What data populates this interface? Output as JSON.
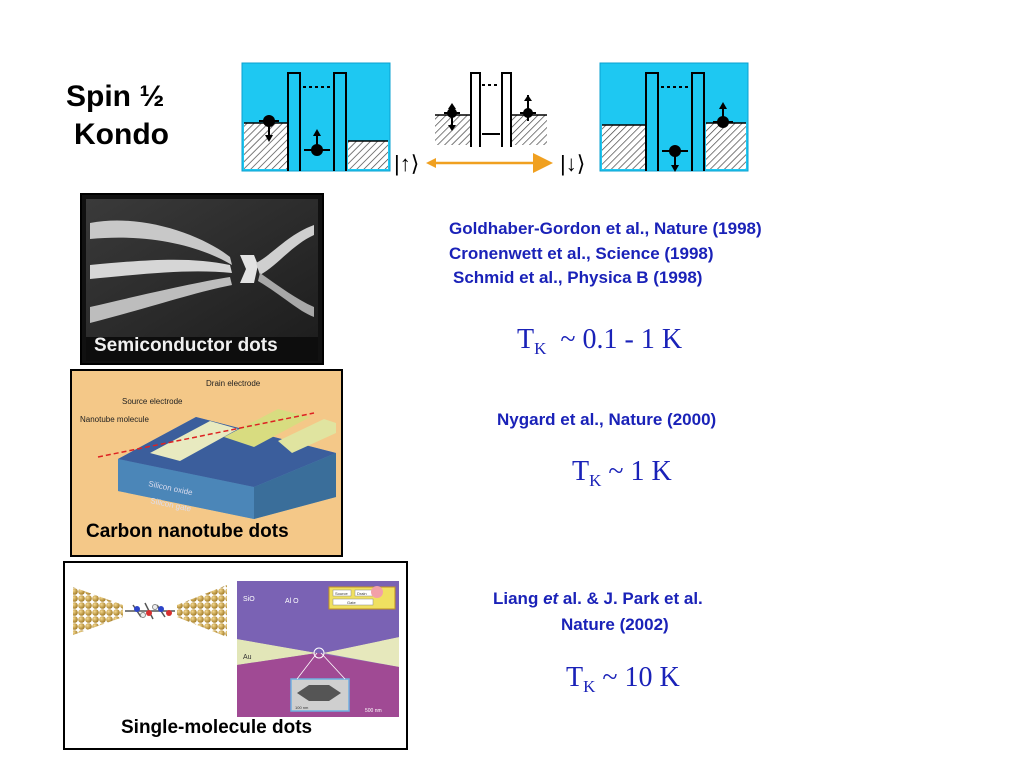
{
  "title": {
    "line1": "Spin ½",
    "line2": "Kondo"
  },
  "diagram": {
    "ket_up": "|↑⟩",
    "ket_down": "|↓⟩"
  },
  "panels": {
    "semiconductor": {
      "caption": "Semiconductor dots"
    },
    "nanotube": {
      "caption": "Carbon nanotube dots",
      "labels": {
        "drain": "Drain electrode",
        "source": "Source electrode",
        "nanotube": "Nanotube molecule",
        "oxide": "Silicon oxide",
        "gate": "Silicon gate"
      }
    },
    "molecule": {
      "caption": "Single-molecule dots",
      "labels": {
        "sio2": "SiO",
        "al2o3": "Al O",
        "au": "Au",
        "scale": "500 nm",
        "inset_scale": "100 nm",
        "source": "Source",
        "drain": "Drain",
        "gate": "Gate"
      }
    }
  },
  "references": {
    "group1": [
      "Goldhaber-Gordon et al., Nature (1998)",
      "Cronenwett et al., Science (1998)",
      "Schmid et al., Physica B (1998)"
    ],
    "group2": [
      "Nygard et al., Nature (2000)"
    ],
    "group3": {
      "prefix": "Liang ",
      "italic": "et",
      "suffix": " al. & J. Park et al.",
      "line2": "Nature (2002)"
    }
  },
  "kondo_temperatures": {
    "t1": {
      "symbol": "T",
      "sub": "K",
      "value": "~ 0.1 - 1 K"
    },
    "t2": {
      "symbol": "T",
      "sub": "K",
      "value": "~ 1 K"
    },
    "t3": {
      "symbol": "T",
      "sub": "K",
      "value": "~ 10 K"
    }
  },
  "colors": {
    "text_blue": "#1a22b8",
    "diagram_cyan": "#1ec8f2",
    "arrow_orange": "#f0a020"
  }
}
